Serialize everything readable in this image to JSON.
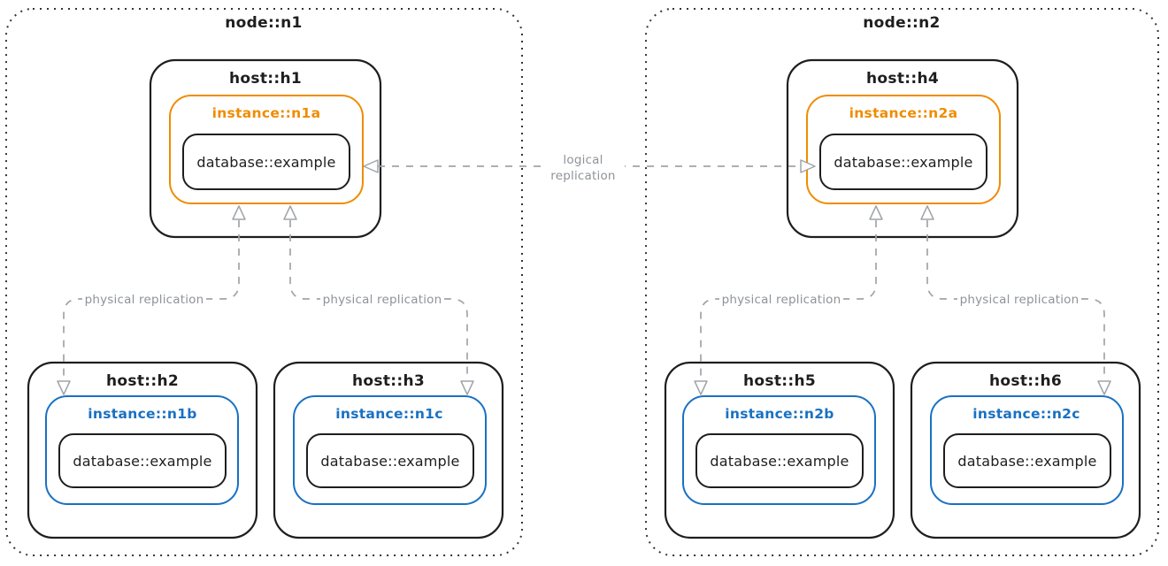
{
  "colors": {
    "ink": "#1e1e1e",
    "orange": "#f08c00",
    "blue": "#1971c2",
    "arrow_gray": "#a0a4a8",
    "edge_label_gray": "#8f9398",
    "background": "#ffffff"
  },
  "nodes": [
    {
      "label": "node::n1"
    },
    {
      "label": "node::n2"
    }
  ],
  "hosts": [
    {
      "label": "host::h1",
      "instance": {
        "label": "instance::n1a",
        "color": "orange"
      },
      "database": {
        "label": "database::example"
      }
    },
    {
      "label": "host::h2",
      "instance": {
        "label": "instance::n1b",
        "color": "blue"
      },
      "database": {
        "label": "database::example"
      }
    },
    {
      "label": "host::h3",
      "instance": {
        "label": "instance::n1c",
        "color": "blue"
      },
      "database": {
        "label": "database::example"
      }
    },
    {
      "label": "host::h4",
      "instance": {
        "label": "instance::n2a",
        "color": "orange"
      },
      "database": {
        "label": "database::example"
      }
    },
    {
      "label": "host::h5",
      "instance": {
        "label": "instance::n2b",
        "color": "blue"
      },
      "database": {
        "label": "database::example"
      }
    },
    {
      "label": "host::h6",
      "instance": {
        "label": "instance::n2c",
        "color": "blue"
      },
      "database": {
        "label": "database::example"
      }
    }
  ],
  "edges": {
    "physical": [
      {
        "label": "physical replication"
      },
      {
        "label": "physical replication"
      },
      {
        "label": "physical replication"
      },
      {
        "label": "physical replication"
      }
    ],
    "logical": {
      "line1": "logical",
      "line2": "replication"
    }
  }
}
